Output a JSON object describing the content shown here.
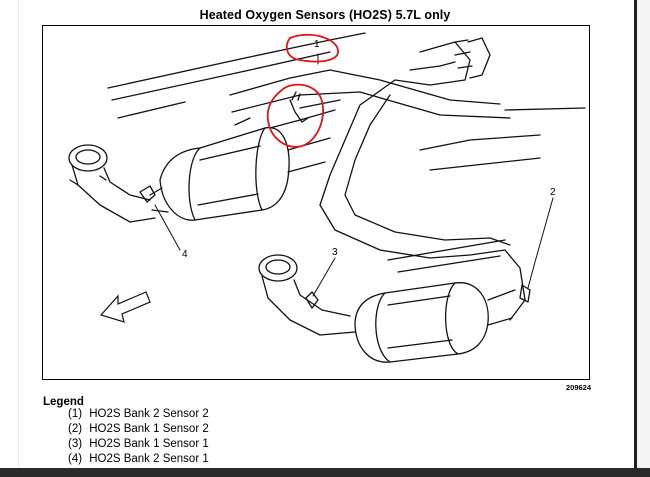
{
  "title": "Heated Oxygen Sensors (HO2S) 5.7L only",
  "figure_id": "209624",
  "callouts": [
    "1",
    "2",
    "3",
    "4"
  ],
  "legend": {
    "title": "Legend",
    "items": [
      {
        "num": "(1)",
        "label": "HO2S Bank 2 Sensor 2"
      },
      {
        "num": "(2)",
        "label": "HO2S Bank 1 Sensor 2"
      },
      {
        "num": "(3)",
        "label": "HO2S Bank 1 Sensor 1"
      },
      {
        "num": "(4)",
        "label": "HO2S Bank 2 Sensor 1"
      }
    ]
  },
  "colors": {
    "highlight": "#e0141b",
    "ink": "#111111"
  },
  "icons": [
    "front-direction-arrow-icon"
  ]
}
